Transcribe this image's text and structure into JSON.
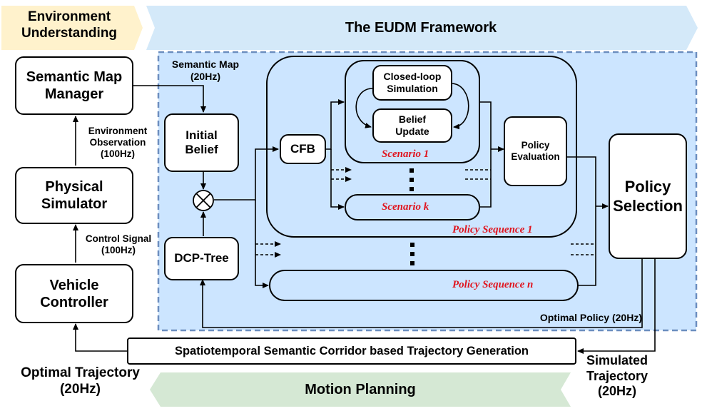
{
  "banners": {
    "environment_understanding": "Environment\nUnderstanding",
    "eudm_framework": "The EUDM Framework",
    "motion_planning": "Motion Planning"
  },
  "left_column": {
    "semantic_map_manager": "Semantic Map\nManager",
    "physical_simulator": "Physical\nSimulator",
    "vehicle_controller": "Vehicle\nController",
    "environment_observation": "Environment\nObservation\n(100Hz)",
    "control_signal": "Control Signal\n(100Hz)"
  },
  "eudm": {
    "semantic_map_input": "Semantic Map\n(20Hz)",
    "initial_belief": "Initial\nBelief",
    "dcp_tree": "DCP-Tree",
    "cfb": "CFB",
    "closed_loop_simulation": "Closed-loop\nSimulation",
    "belief_update": "Belief\nUpdate",
    "scenario_1": "Scenario 1",
    "scenario_k": "Scenario k",
    "policy_evaluation": "Policy\nEvaluation",
    "policy_sequence_1": "Policy Sequence 1",
    "policy_sequence_n": "Policy Sequence n",
    "policy_selection": "Policy\nSelection",
    "optimal_policy": "Optimal Policy (20Hz)"
  },
  "bottom": {
    "trajectory_generation": "Spatiotemporal Semantic Corridor based Trajectory Generation",
    "optimal_trajectory": "Optimal Trajectory\n(20Hz)",
    "simulated_trajectory": "Simulated\nTrajectory\n(20Hz)"
  },
  "colors": {
    "env_banner": "#fff2cc",
    "eudm_banner": "#d4e9f9",
    "framework_area": "#cce5ff",
    "framework_border": "#6c8ebf",
    "motion_banner": "#d5e8d4",
    "scenario_label": "#e0141e"
  }
}
